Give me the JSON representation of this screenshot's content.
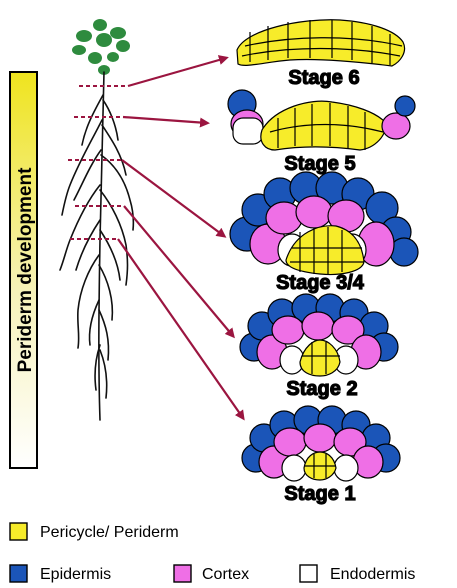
{
  "sidebar": {
    "title": "Periderm development"
  },
  "stages": [
    {
      "label": "Stage 6"
    },
    {
      "label": "Stage 5"
    },
    {
      "label": "Stage 3/4"
    },
    {
      "label": "Stage 2"
    },
    {
      "label": "Stage 1"
    }
  ],
  "legend": [
    {
      "label": "Pericycle/ Periderm",
      "color": "#f7ec2a"
    },
    {
      "label": "Epidermis",
      "color": "#1b55b8"
    },
    {
      "label": "Cortex",
      "color": "#ef6fe6"
    },
    {
      "label": "Endodermis",
      "color": "#ffffff"
    }
  ],
  "colors": {
    "pericycle": "#f7ec2a",
    "epidermis": "#1b55b8",
    "cortex": "#ef6fe6",
    "endodermis": "#ffffff",
    "arrow": "#9b1540",
    "leaf": "#2e8b3e"
  }
}
